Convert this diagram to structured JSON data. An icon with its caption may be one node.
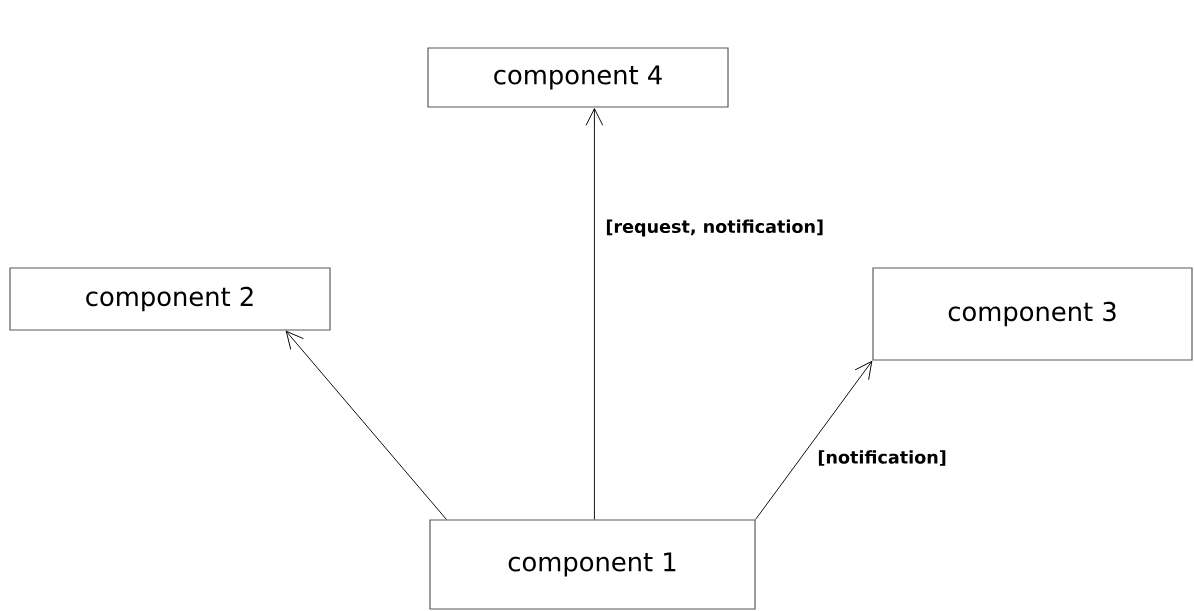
{
  "diagram": {
    "nodes": [
      {
        "text": [
          "component 4"
        ]
      },
      {
        "text": [
          "component 2"
        ]
      },
      {
        "text": [
          "component 3"
        ]
      },
      {
        "text": [
          "component 1"
        ]
      }
    ],
    "edges": [
      {
        "from": 3,
        "to": 1,
        "arrow": "to"
      },
      {
        "from": 3,
        "to": 0,
        "arrow": "to",
        "label": "[request, notification]"
      },
      {
        "from": 3,
        "to": 2,
        "arrow": "to",
        "label": "[notification]"
      }
    ]
  }
}
